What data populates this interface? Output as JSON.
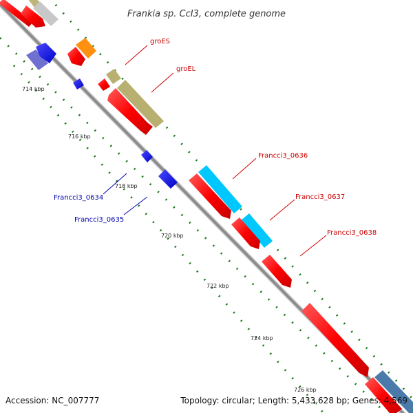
{
  "map": {
    "title": "Frankia sp. CcI3, complete genome",
    "accession": "Accession: NC_007777",
    "summary": "Topology: circular; Length: 5,433,628 bp; Genes: 4,569"
  },
  "ticks": [
    "714 kbp",
    "716 kbp",
    "718 kbp",
    "720 kbp",
    "722 kbp",
    "724 kbp",
    "726 kbp"
  ],
  "genes": {
    "groES": "groES",
    "groEL": "groEL",
    "g0634": "Francci3_0634",
    "g0635": "Francci3_0635",
    "g0636": "Francci3_0636",
    "g0637": "Francci3_0637",
    "g0638": "Francci3_0638"
  },
  "colors": {
    "backbone": "#8c8c8c",
    "forward_cds": "#ff0000",
    "reverse_cds": "#0000ff",
    "label_forward": "#cc0000",
    "label_reverse": "#0000aa",
    "dotted_ring": "#1a7a1a"
  }
}
